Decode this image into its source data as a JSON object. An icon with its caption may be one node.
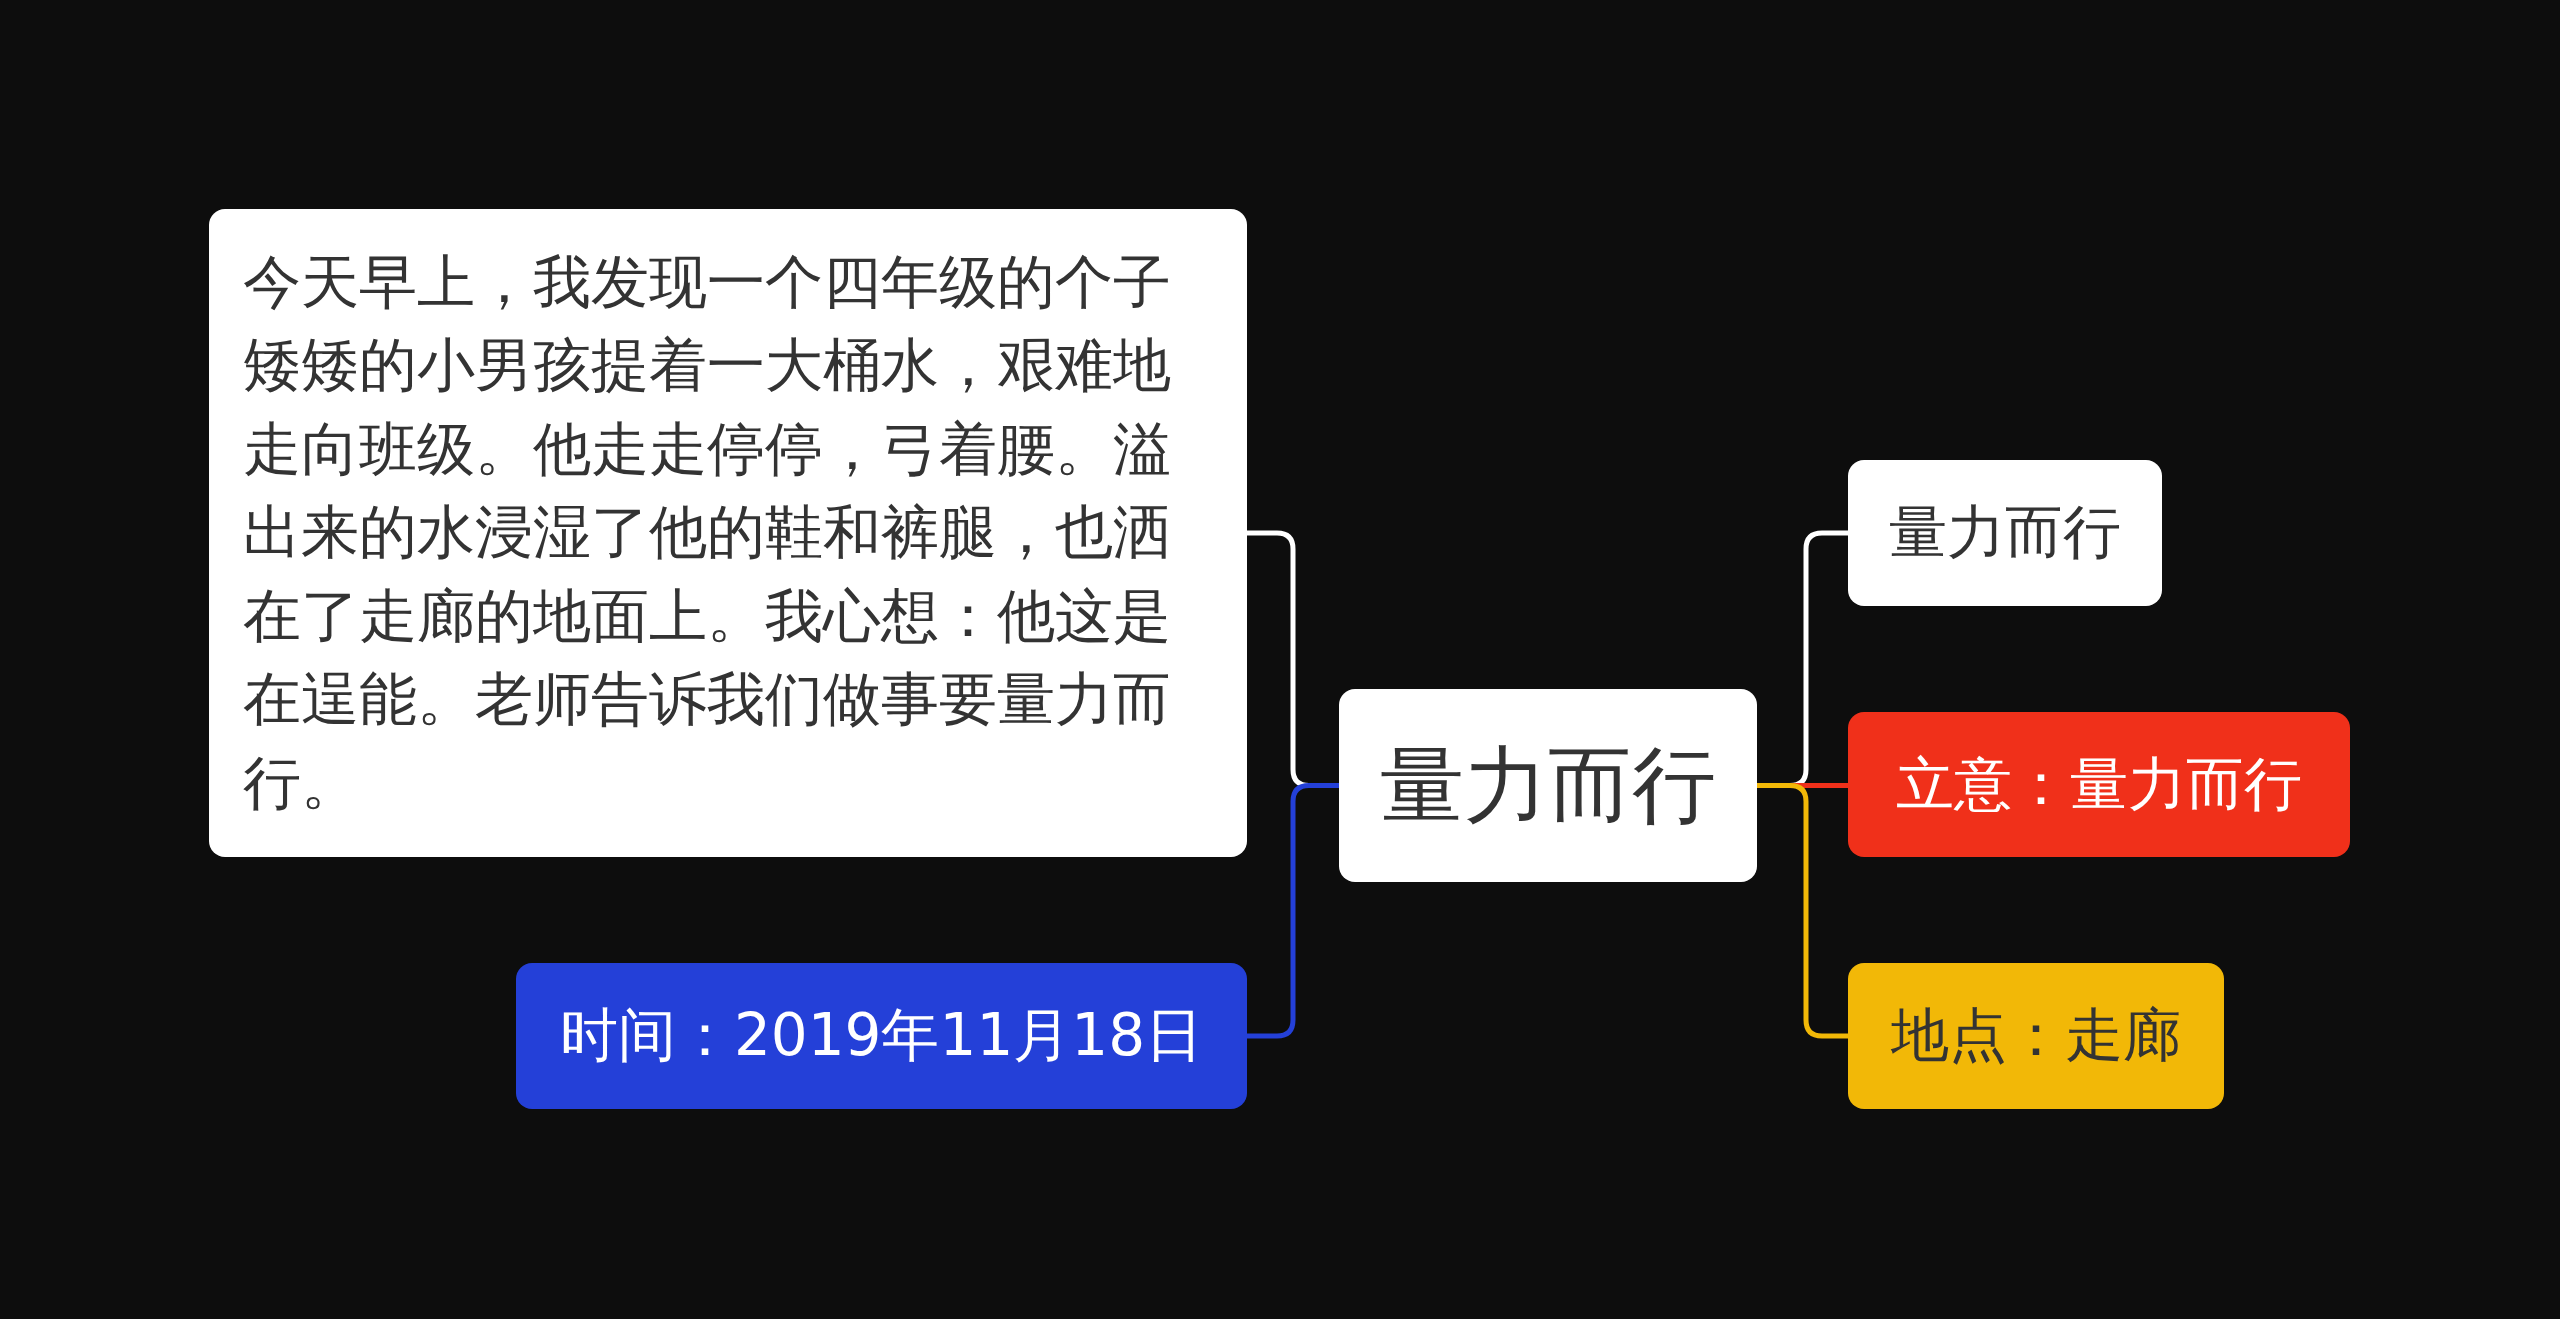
{
  "diagram": {
    "nodes": [
      {
        "text": [
          "量力而行"
        ]
      },
      {
        "text": [
          "今天早上，我发现一个四年级的个子矮矮的小男孩提着一大桶水，艰难地走向班级。他走走停停，弓着腰。溢出来的水浸湿了他的鞋和裤腿，也洒在了走廊的地面上。我心想：他这是在逞能。老师告诉我们做事要量力而行。"
        ]
      },
      {
        "text": [
          "时间：2019年11月18日"
        ]
      },
      {
        "text": [
          "量力而行"
        ]
      },
      {
        "text": [
          "立意：量力而行"
        ]
      },
      {
        "text": [
          "地点：走廊"
        ]
      }
    ],
    "edges": [
      {
        "from": 0,
        "to": 1,
        "arrow": "none"
      },
      {
        "from": 0,
        "to": 2,
        "arrow": "none",
        "color": "#2440d8"
      },
      {
        "from": 0,
        "to": 3,
        "arrow": "none"
      },
      {
        "from": 0,
        "to": 4,
        "arrow": "none",
        "color": "#f0301a"
      },
      {
        "from": 0,
        "to": 5,
        "arrow": "none",
        "color": "#f2b807"
      }
    ]
  }
}
